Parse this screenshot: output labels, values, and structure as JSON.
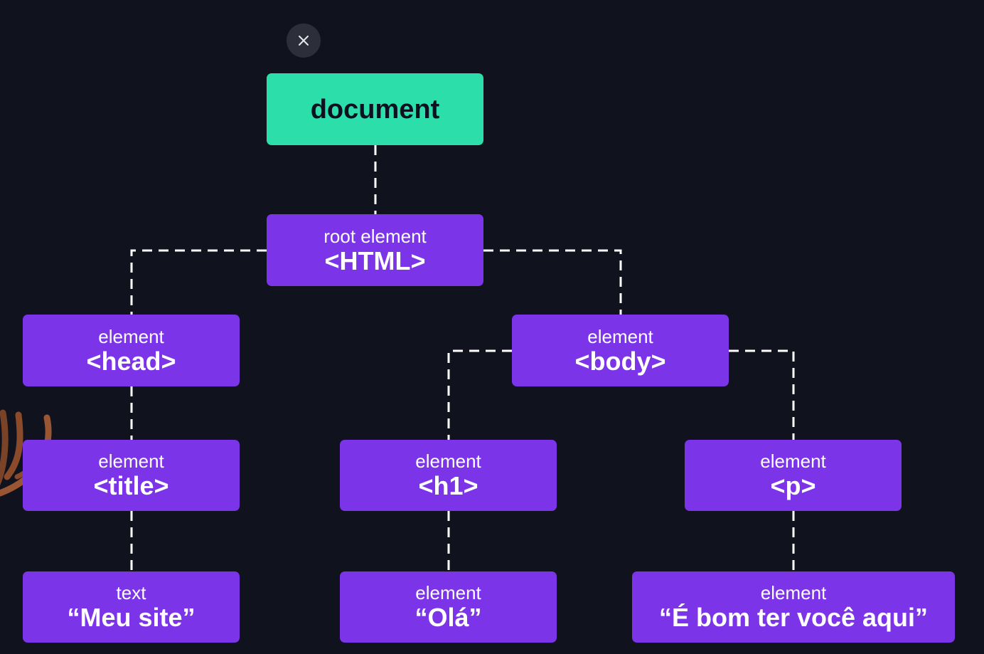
{
  "close_button": {
    "icon": "close-icon"
  },
  "nodes": {
    "document": {
      "tag": "document"
    },
    "html": {
      "kind": "root element",
      "tag": "<HTML>"
    },
    "head": {
      "kind": "element",
      "tag": "<head>"
    },
    "body": {
      "kind": "element",
      "tag": "<body>"
    },
    "title": {
      "kind": "element",
      "tag": "<title>"
    },
    "h1": {
      "kind": "element",
      "tag": "<h1>"
    },
    "p": {
      "kind": "element",
      "tag": "<p>"
    },
    "meu_site": {
      "kind": "text",
      "tag": "“Meu site”"
    },
    "ola": {
      "kind": "element",
      "tag": "“Olá”"
    },
    "bom": {
      "kind": "element",
      "tag": "“É bom ter você aqui”"
    }
  },
  "colors": {
    "background": "#10121e",
    "document_node": "#2cdfaa",
    "element_node": "#7c34e8",
    "connector": "#ffffff"
  }
}
